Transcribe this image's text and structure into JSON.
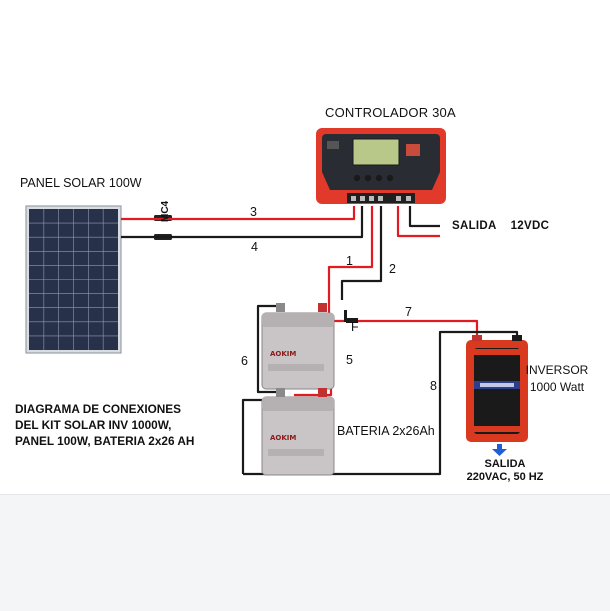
{
  "labels": {
    "panel": "PANEL SOLAR 100W",
    "controller": "CONTROLADOR 30A",
    "salida_dc_word": "SALIDA",
    "salida_dc_value": "12VDC",
    "inverter_line1": "INVERSOR",
    "inverter_line2": "1000 Watt",
    "battery": "BATERIA 2x26Ah",
    "connector": "MC4",
    "fuse": "F",
    "salida_ac_line1": "SALIDA",
    "salida_ac_line2": "220VAC, 50 HZ",
    "battery_brand": "AOKIM"
  },
  "title_block": {
    "line1": "DIAGRAMA DE CONEXIONES",
    "line2": "DEL KIT SOLAR INV 1000W,",
    "line3": "PANEL 100W, BATERIA 2x26 AH"
  },
  "wires": {
    "w1": "1",
    "w2": "2",
    "w3": "3",
    "w4": "4",
    "w5": "5",
    "w6": "6",
    "w7": "7",
    "w8": "8"
  },
  "colors": {
    "positive_wire": "#e01b22",
    "negative_wire": "#1a1a1a",
    "controller_body": "#e23a2a",
    "controller_face": "#2a2c33",
    "lcd": "#b7c889",
    "panel_cell": "#27324a",
    "battery_body": "#c9c4c6",
    "inverter_body": "#d93a1f"
  }
}
